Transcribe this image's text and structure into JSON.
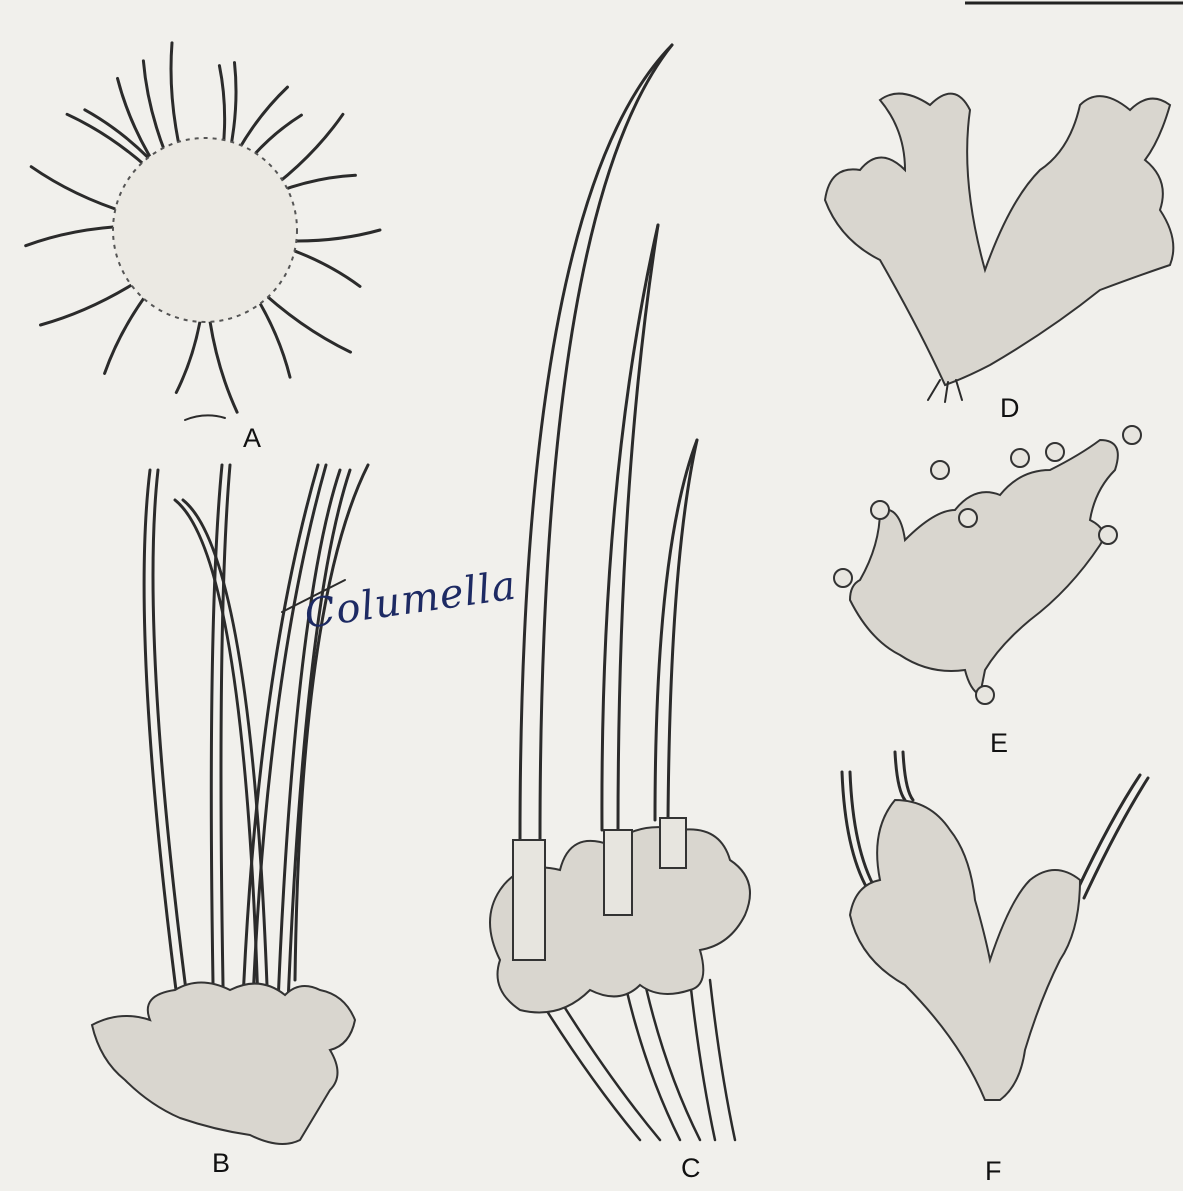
{
  "figure": {
    "labels": {
      "a": "A",
      "b": "B",
      "c": "C",
      "d": "D",
      "e": "E",
      "f": "F"
    },
    "annotation": "Columella"
  },
  "colors": {
    "paper": "#f1f0ec",
    "ink": "#2b2b2b",
    "annotation_ink": "#1d2a63"
  }
}
